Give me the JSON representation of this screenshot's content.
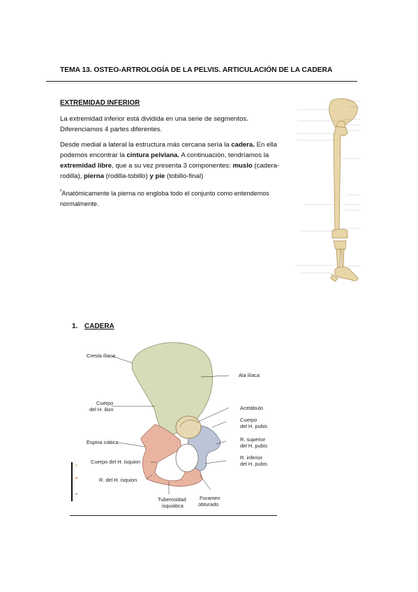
{
  "header": {
    "title": "TEMA 13. OSTEO-ARTROLOGÍA DE LA PELVIS. ARTICULACIÓN DE LA CADERA"
  },
  "section": {
    "title": "EXTREMIDAD INFERIOR"
  },
  "intro": {
    "p1": "La extremidad inferior está dividida en una serie de segmentos. Diferenciamos 4 partes diferentes.",
    "p2": {
      "t1": "Desde medial a lateral la estructura más cercana sería la ",
      "b1": "cadera.",
      "t2": " En ella podemos encontrar la ",
      "b2": "cintura pelviana.",
      "t3": " A continuación, tendríamos la ",
      "b3": "extremidad libre",
      "t4": ", que a su vez presenta 3 componentes: ",
      "b4": "muslo",
      "t5": " (cadera-rodilla), ",
      "b5": "pierna",
      "t6": " (rodilla-tobillo) ",
      "b6": "y pie",
      "t7": " (tobillo-final)"
    },
    "note_mark": "¹",
    "note": "Anatómicamente la pierna no engloba todo el conjunto como entendemos normalmente."
  },
  "list": {
    "num": "1.",
    "label": "CADERA"
  },
  "hip_figure": {
    "labels": {
      "cresta": "Cresta ilíaca",
      "ala": "Ala ilíaca",
      "cuerpo_ilion_1": "Cuerpo",
      "cuerpo_ilion_2": "del H. ilion",
      "acetabulo": "Acetábulo",
      "cuerpo_pubis_1": "Cuerpo",
      "cuerpo_pubis_2": "del H. pubis",
      "espina": "Espina ciática",
      "r_sup_1": "R. superior",
      "r_sup_2": "del H. pubis",
      "cuerpo_isq": "Cuerpo del H. isquion",
      "r_inf_1": "R. inferior",
      "r_inf_2": "del H. pubis",
      "r_isq": "R. del H. isquion",
      "tub_1": "Tuberosidad",
      "tub_2": "isquiática",
      "for_1": "Foramen",
      "for_2": "obturado"
    }
  },
  "colors": {
    "bone": "#e8d6a8",
    "ilium": "#d8dcbc",
    "ischium": "#eab8a6",
    "pubis": "#bfc6d8",
    "text": "#111111"
  }
}
